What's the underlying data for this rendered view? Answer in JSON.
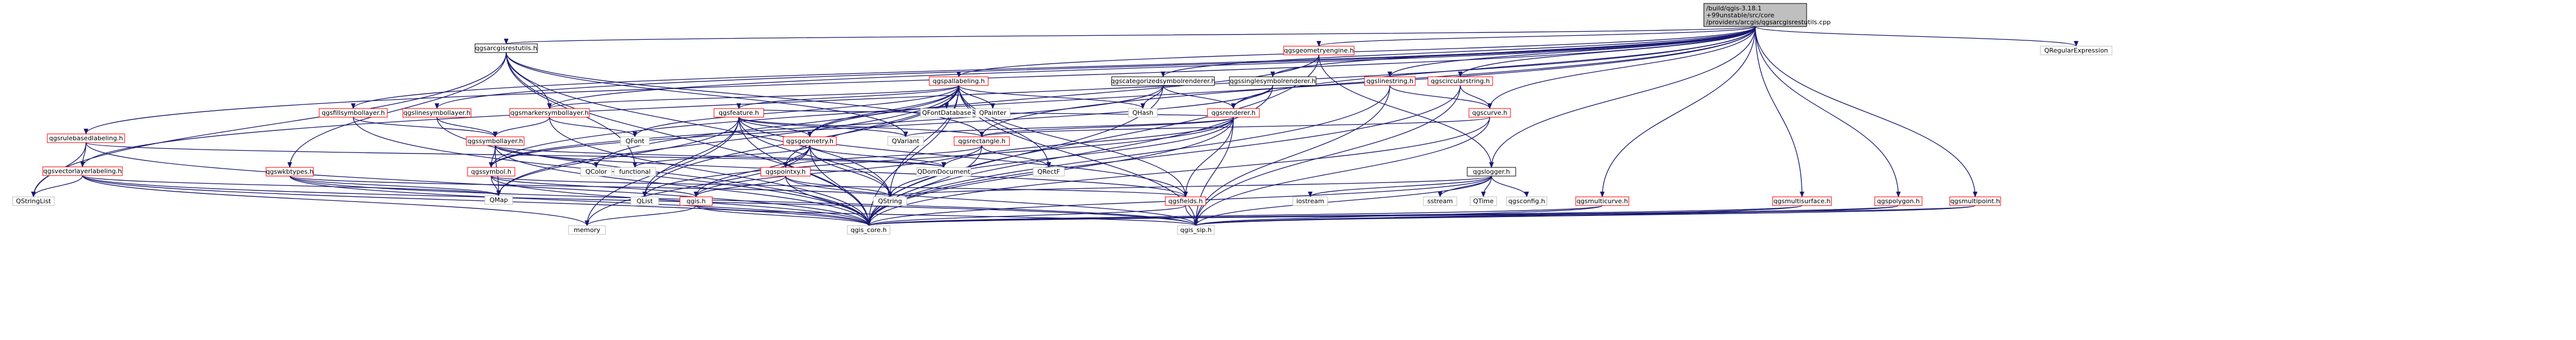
{
  "colors": {
    "edge_default": "#191970",
    "edge_red": "#d2484a",
    "edge_black": "#404040",
    "node_fill": "#ffffff",
    "node_stroke_red": "#ff0000",
    "node_stroke_grey": "#bfbfbf",
    "node_stroke_black": "#000000",
    "root_fill": "#bfbfbf",
    "text": "#000000"
  },
  "root": {
    "lines": [
      "/build/qgis-3.18.1",
      "+99unstable/src/core",
      "/providers/arcgis/qgsarcgisrestutils.cpp"
    ]
  },
  "nodes": [
    {
      "id": "qgsarcgisrestutils",
      "label": "qgsarcgisrestutils.h",
      "style": "black"
    },
    {
      "id": "qgspallabeling",
      "label": "qgspallabeling.h",
      "style": "red"
    },
    {
      "id": "qgscategorized",
      "label": "qgscategorizedsymbolrenderer.h",
      "style": "black"
    },
    {
      "id": "qgssinglesymbol",
      "label": "qgssinglesymbolrenderer.h",
      "style": "black"
    },
    {
      "id": "qgsgeometryengine",
      "label": "qgsgeometryengine.h",
      "style": "red"
    },
    {
      "id": "qgslinestring",
      "label": "qgslinestring.h",
      "style": "red"
    },
    {
      "id": "qgscircularstring",
      "label": "qgscircularstring.h",
      "style": "red"
    },
    {
      "id": "qregularexpression",
      "label": "QRegularExpression",
      "style": "grey"
    },
    {
      "id": "qgsrulebased",
      "label": "qgsrulebasedlabeling.h",
      "style": "red"
    },
    {
      "id": "qgsvectorlayerlabeling",
      "label": "qgsvectorlayerlabeling.h",
      "style": "red"
    },
    {
      "id": "qgsfillsymbollayer",
      "label": "qgsfillsymbollayer.h",
      "style": "red"
    },
    {
      "id": "qgslinesymbollayer",
      "label": "qgslinesymbollayer.h",
      "style": "red"
    },
    {
      "id": "qgsmarkersymbollayer",
      "label": "qgsmarkersymbollayer.h",
      "style": "red"
    },
    {
      "id": "qgssymbollayer",
      "label": "qgssymbollayer.h",
      "style": "red"
    },
    {
      "id": "qgswkbtypes",
      "label": "qgswkbtypes.h",
      "style": "red"
    },
    {
      "id": "qgsfeature",
      "label": "qgsfeature.h",
      "style": "red"
    },
    {
      "id": "qgsgeometry",
      "label": "qgsgeometry.h",
      "style": "red"
    },
    {
      "id": "qgsrectangle",
      "label": "qgsrectangle.h",
      "style": "red"
    },
    {
      "id": "qgsrenderer",
      "label": "qgsrenderer.h",
      "style": "red"
    },
    {
      "id": "qgscurve",
      "label": "qgscurve.h",
      "style": "red"
    },
    {
      "id": "qgslogger",
      "label": "qgslogger.h",
      "style": "black"
    },
    {
      "id": "qgssymbol",
      "label": "qgssymbol.h",
      "style": "red"
    },
    {
      "id": "qgspointxy",
      "label": "qgspointxy.h",
      "style": "red"
    },
    {
      "id": "qgsfields",
      "label": "qgsfields.h",
      "style": "red"
    },
    {
      "id": "qgsh",
      "label": "qgis.h",
      "style": "red"
    },
    {
      "id": "qgsmulticurve",
      "label": "qgsmulticurve.h",
      "style": "red"
    },
    {
      "id": "qgsmultisurface",
      "label": "qgsmultisurface.h",
      "style": "red"
    },
    {
      "id": "qgspolygon",
      "label": "qgspolygon.h",
      "style": "red"
    },
    {
      "id": "qgsmultipoint",
      "label": "qgsmultipoint.h",
      "style": "red"
    },
    {
      "id": "qgis_core",
      "label": "qgis_core.h",
      "style": "grey"
    },
    {
      "id": "qgis_sip",
      "label": "qgis_sip.h",
      "style": "grey"
    },
    {
      "id": "memory",
      "label": "memory",
      "style": "grey"
    },
    {
      "id": "qmap",
      "label": "QMap",
      "style": "grey"
    },
    {
      "id": "qstringlist",
      "label": "QStringList",
      "style": "grey"
    },
    {
      "id": "qlist",
      "label": "QList",
      "style": "grey"
    },
    {
      "id": "qstring",
      "label": "QString",
      "style": "grey"
    },
    {
      "id": "qvariant",
      "label": "QVariant",
      "style": "grey"
    },
    {
      "id": "qfont",
      "label": "QFont",
      "style": "grey"
    },
    {
      "id": "qcolor",
      "label": "QColor",
      "style": "grey"
    },
    {
      "id": "qdomdocument",
      "label": "QDomDocument",
      "style": "grey"
    },
    {
      "id": "qrectf",
      "label": "QRectF",
      "style": "grey"
    },
    {
      "id": "qhash",
      "label": "QHash",
      "style": "grey"
    },
    {
      "id": "qfontdatabase",
      "label": "QFontDatabase",
      "style": "grey"
    },
    {
      "id": "qpainter",
      "label": "QPainter",
      "style": "grey"
    },
    {
      "id": "functional",
      "label": "functional",
      "style": "grey"
    },
    {
      "id": "iostream",
      "label": "iostream",
      "style": "grey"
    },
    {
      "id": "sstream",
      "label": "sstream",
      "style": "grey"
    },
    {
      "id": "qtime",
      "label": "QTime",
      "style": "grey"
    },
    {
      "id": "qgsconfig",
      "label": "qgsconfig.h",
      "style": "grey"
    }
  ],
  "edges": [
    [
      "root",
      "qgsarcgisrestutils"
    ],
    [
      "root",
      "qgspallabeling"
    ],
    [
      "root",
      "qgscategorized"
    ],
    [
      "root",
      "qgssinglesymbol"
    ],
    [
      "root",
      "qgsgeometryengine"
    ],
    [
      "root",
      "qgslinestring"
    ],
    [
      "root",
      "qgscircularstring"
    ],
    [
      "root",
      "qregularexpression"
    ],
    [
      "root",
      "qgsrulebased"
    ],
    [
      "root",
      "qgsvectorlayerlabeling"
    ],
    [
      "root",
      "qgsfillsymbollayer"
    ],
    [
      "root",
      "qgslinesymbollayer"
    ],
    [
      "root",
      "qgsmarkersymbollayer"
    ],
    [
      "root",
      "qgsrenderer"
    ],
    [
      "root",
      "qgscurve"
    ],
    [
      "root",
      "qgslogger"
    ],
    [
      "root",
      "qgsmulticurve"
    ],
    [
      "root",
      "qgsmultisurface"
    ],
    [
      "root",
      "qgspolygon"
    ],
    [
      "root",
      "qgsmultipoint"
    ],
    [
      "root",
      "qgsrectangle"
    ],
    [
      "root",
      "qgssymbol"
    ],
    [
      "qgsarcgisrestutils",
      "qgis_core"
    ],
    [
      "qgsarcgisrestutils",
      "qgswkbtypes"
    ],
    [
      "qgsarcgisrestutils",
      "qgsrectangle"
    ],
    [
      "qgsarcgisrestutils",
      "qgsmarkersymbollayer"
    ],
    [
      "qgsarcgisrestutils",
      "qstringlist"
    ],
    [
      "qgsarcgisrestutils",
      "qvariant"
    ],
    [
      "qgsarcgisrestutils",
      "functional"
    ],
    [
      "qgsarcgisrestutils",
      "qstring"
    ],
    [
      "qgspallabeling",
      "qgis_core"
    ],
    [
      "qgspallabeling",
      "qstring"
    ],
    [
      "qgspallabeling",
      "qfont"
    ],
    [
      "qgspallabeling",
      "qfontdatabase"
    ],
    [
      "qgspallabeling",
      "qcolor"
    ],
    [
      "qgspallabeling",
      "qhash"
    ],
    [
      "qgspallabeling",
      "qlist"
    ],
    [
      "qgspallabeling",
      "qrectf"
    ],
    [
      "qgspallabeling",
      "qpainter"
    ],
    [
      "qgspallabeling",
      "qgsfeature"
    ],
    [
      "qgspallabeling",
      "qgsgeometry"
    ],
    [
      "qgspallabeling",
      "qgsfields"
    ],
    [
      "qgspallabeling",
      "qgspointxy"
    ],
    [
      "qgspallabeling",
      "qgsmarkersymbollayer"
    ],
    [
      "qgspallabeling",
      "qmap"
    ],
    [
      "qgspallabeling",
      "qgis_sip"
    ],
    [
      "qgscategorized",
      "qgis_core"
    ],
    [
      "qgscategorized",
      "qgsrenderer"
    ],
    [
      "qgscategorized",
      "qgssymbol"
    ],
    [
      "qgscategorized",
      "qhash"
    ],
    [
      "qgssinglesymbol",
      "qgis_core"
    ],
    [
      "qgssinglesymbol",
      "qgsrenderer"
    ],
    [
      "qgssinglesymbol",
      "qgssymbol"
    ],
    [
      "qgsgeometryengine",
      "qgis_core"
    ],
    [
      "qgsgeometryengine",
      "qgslogger"
    ],
    [
      "qgsgeometryengine",
      "qgsgeometry"
    ],
    [
      "qgslinestring",
      "qgscurve"
    ],
    [
      "qgslinestring",
      "qgis_core"
    ],
    [
      "qgslinestring",
      "qgis_sip"
    ],
    [
      "qgscircularstring",
      "qgscurve"
    ],
    [
      "qgscircularstring",
      "qgis_core"
    ],
    [
      "qgscircularstring",
      "qgis_sip"
    ],
    [
      "qgsrulebased",
      "qgis_core"
    ],
    [
      "qgsrulebased",
      "qgsvectorlayerlabeling"
    ],
    [
      "qgsrulebased",
      "qstringlist"
    ],
    [
      "qgsrulebased",
      "qdomdocument"
    ],
    [
      "qgsvectorlayerlabeling",
      "qgis_core"
    ],
    [
      "qgsvectorlayerlabeling",
      "qstringlist"
    ],
    [
      "qgsvectorlayerlabeling",
      "memory"
    ],
    [
      "qgsvectorlayerlabeling",
      "qmap"
    ],
    [
      "qgsvectorlayerlabeling",
      "qgis_sip"
    ],
    [
      "qgsfillsymbollayer",
      "qgis_core"
    ],
    [
      "qgsfillsymbollayer",
      "qgssymbollayer"
    ],
    [
      "qgslinesymbollayer",
      "qgis_core"
    ],
    [
      "qgslinesymbollayer",
      "qgssymbollayer"
    ],
    [
      "qgsmarkersymbollayer",
      "qgis_core"
    ],
    [
      "qgsmarkersymbollayer",
      "qgssymbollayer"
    ],
    [
      "qgsmarkersymbollayer",
      "qfont"
    ],
    [
      "qgssymbollayer",
      "qgis_core"
    ],
    [
      "qgssymbollayer",
      "qgssymbol"
    ],
    [
      "qgssymbollayer",
      "qcolor"
    ],
    [
      "qgssymbollayer",
      "qmap"
    ],
    [
      "qgssymbollayer",
      "qdomdocument"
    ],
    [
      "qgssymbollayer",
      "qgsfields"
    ],
    [
      "qgswkbtypes",
      "qgis_core"
    ],
    [
      "qgswkbtypes",
      "qgis_sip"
    ],
    [
      "qgswkbtypes",
      "qstring"
    ],
    [
      "qgswkbtypes",
      "qmap"
    ],
    [
      "qgsfeature",
      "qgis_core"
    ],
    [
      "qgsfeature",
      "qmap"
    ],
    [
      "qgsfeature",
      "qstring"
    ],
    [
      "qgsfeature",
      "qvariant"
    ],
    [
      "qgsfeature",
      "qlist"
    ],
    [
      "qgsfeature",
      "qgsfields"
    ],
    [
      "qgsfeature",
      "qgsgeometry"
    ],
    [
      "qgsfeature",
      "memory"
    ],
    [
      "qgsfeature",
      "qgsrectangle"
    ],
    [
      "qgsgeometry",
      "qgis_core"
    ],
    [
      "qgsgeometry",
      "functional"
    ],
    [
      "qgsgeometry",
      "qdomdocument"
    ],
    [
      "qgsgeometry",
      "qgspointxy"
    ],
    [
      "qgsgeometry",
      "qgsh"
    ],
    [
      "qgsgeometry",
      "memory"
    ],
    [
      "qgsgeometry",
      "qstring"
    ],
    [
      "qgsrectangle",
      "qgis_core"
    ],
    [
      "qgsrectangle",
      "qgsh"
    ],
    [
      "qgsrectangle",
      "qrectf"
    ],
    [
      "qgsrectangle",
      "qgspointxy"
    ],
    [
      "qgsrenderer",
      "qgis_core"
    ],
    [
      "qgsrenderer",
      "qgsfields"
    ],
    [
      "qgsrenderer",
      "qgsfeature"
    ],
    [
      "qgsrenderer",
      "qvariant"
    ],
    [
      "qgsrenderer",
      "qlist"
    ],
    [
      "qgsrenderer",
      "qstring"
    ],
    [
      "qgsrenderer",
      "qdomdocument"
    ],
    [
      "qgsrenderer",
      "qgis_sip"
    ],
    [
      "qgsrenderer",
      "qgsrectangle"
    ],
    [
      "qgscurve",
      "qgis_core"
    ],
    [
      "qgscurve",
      "qgsrectangle"
    ],
    [
      "qgscurve",
      "qgis_sip"
    ],
    [
      "qgslogger",
      "qgis_core"
    ],
    [
      "qgslogger",
      "iostream"
    ],
    [
      "qgslogger",
      "sstream"
    ],
    [
      "qgslogger",
      "qtime"
    ],
    [
      "qgslogger",
      "qgsconfig"
    ],
    [
      "qgslogger",
      "qgis_sip"
    ],
    [
      "qgslogger",
      "qstring"
    ],
    [
      "qgssymbol",
      "qgis_core"
    ],
    [
      "qgssymbol",
      "qmap"
    ],
    [
      "qgssymbol",
      "qgsh"
    ],
    [
      "qgssymbol",
      "qgsfields"
    ],
    [
      "qgspointxy",
      "qgis_core"
    ],
    [
      "qgspointxy",
      "qgsh"
    ],
    [
      "qgspointxy",
      "qstring"
    ],
    [
      "qgspointxy",
      "qgis_sip"
    ],
    [
      "qgsfields",
      "qgis_core"
    ],
    [
      "qgsfields",
      "qgis_sip"
    ],
    [
      "qgsh",
      "qgis_core"
    ],
    [
      "qgsh",
      "memory"
    ],
    [
      "qgsh",
      "qgis_sip"
    ],
    [
      "qgsmulticurve",
      "qgis_core"
    ],
    [
      "qgsmulticurve",
      "qgis_sip"
    ],
    [
      "qgsmultisurface",
      "qgis_core"
    ],
    [
      "qgsmultisurface",
      "qgis_sip"
    ],
    [
      "qgspolygon",
      "qgis_core"
    ],
    [
      "qgspolygon",
      "qgis_sip"
    ],
    [
      "qgsmultipoint",
      "qgis_core"
    ],
    [
      "qgsmultipoint",
      "qgis_sip"
    ]
  ]
}
